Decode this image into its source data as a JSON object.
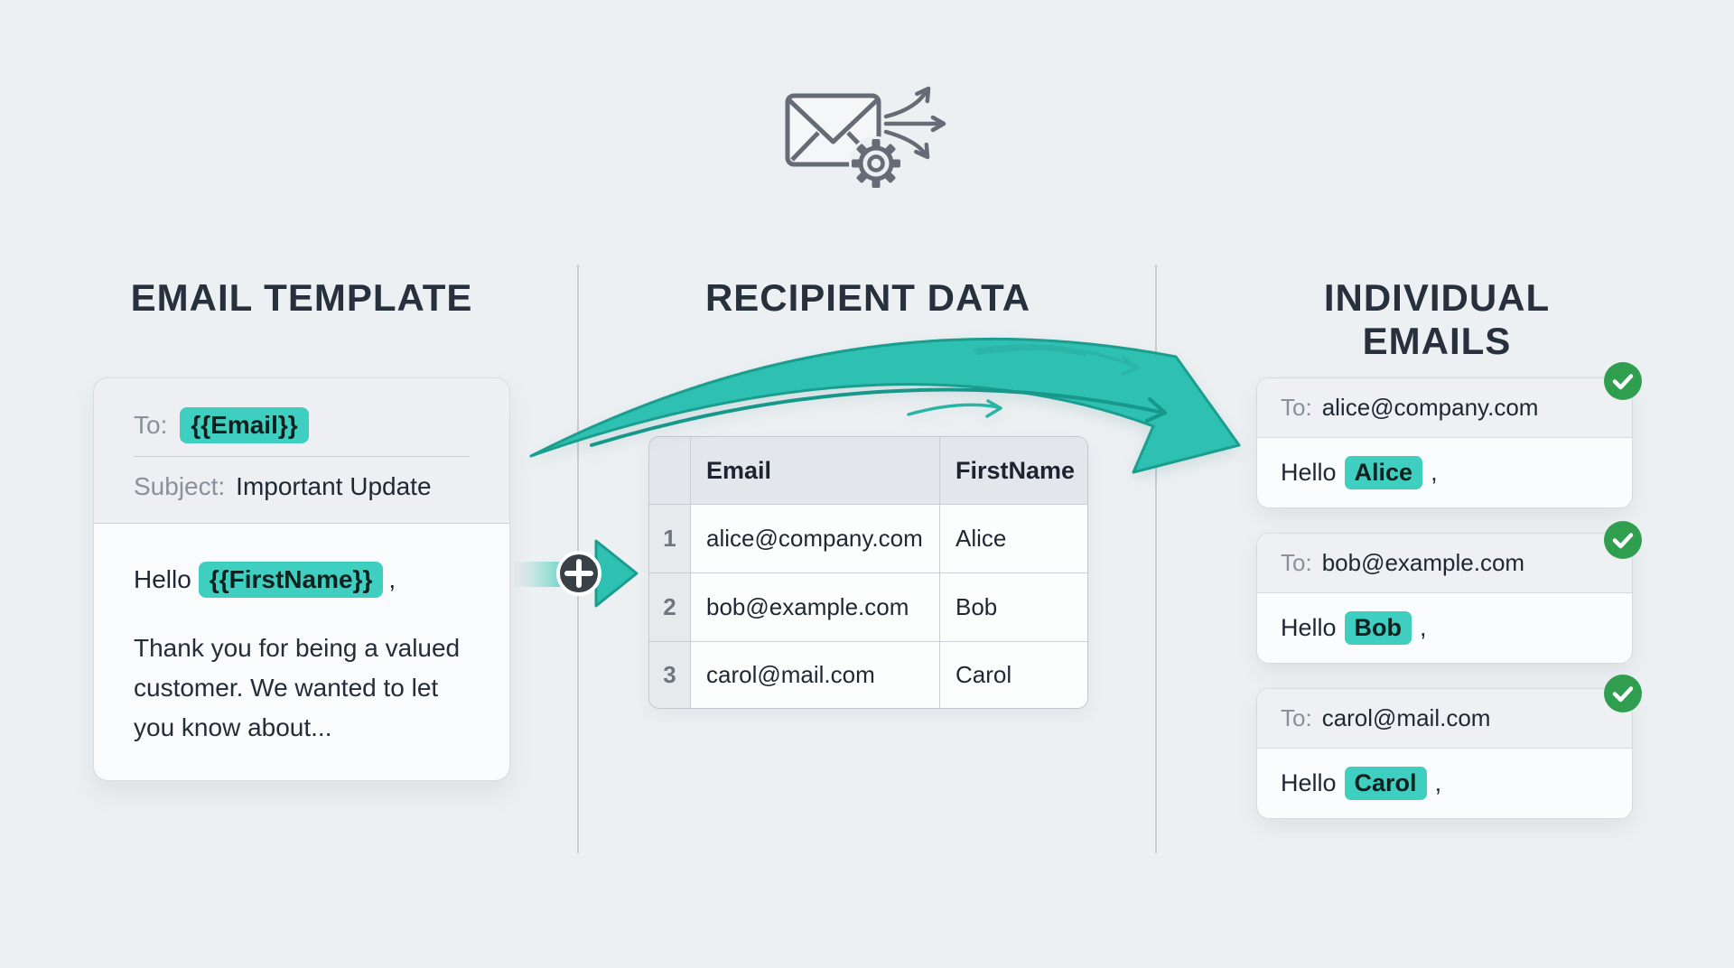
{
  "colors": {
    "background": "#EDF0F3",
    "highlight_teal": "#3ECFC0",
    "arrow_teal": "#2EC0B0",
    "arrow_teal_stroke": "#1B9E90",
    "check_green": "#2F9E4E",
    "title_dark": "#27303D",
    "label_gray": "#8A919B",
    "text_dark": "#1E2833"
  },
  "icons": {
    "header": "envelope-gear-fanout-icon",
    "status": "check-icon",
    "merge": "plus-icon"
  },
  "sections": {
    "template": {
      "title": "EMAIL TEMPLATE",
      "card": {
        "to_label": "To:",
        "to_value": "{{Email}}",
        "subject_label": "Subject:",
        "subject_value": "Important Update",
        "greeting_prefix": "Hello",
        "greeting_placeholder": "{{FirstName}}",
        "greeting_suffix": ",",
        "body_lines": [
          "Thank you for being a valued",
          "customer. We wanted to let",
          "you know about..."
        ]
      }
    },
    "data": {
      "title": "RECIPIENT DATA",
      "table": {
        "columns": [
          "Email",
          "FirstName"
        ],
        "rows": [
          {
            "num": "1",
            "email": "alice@company.com",
            "first_name": "Alice"
          },
          {
            "num": "2",
            "email": "bob@example.com",
            "first_name": "Bob"
          },
          {
            "num": "3",
            "email": "carol@mail.com",
            "first_name": "Carol"
          }
        ]
      }
    },
    "emails": {
      "title": "INDIVIDUAL EMAILS",
      "cards": [
        {
          "to_label": "To:",
          "to_value": "alice@company.com",
          "greeting_prefix": "Hello",
          "name": "Alice",
          "greeting_suffix": ","
        },
        {
          "to_label": "To:",
          "to_value": "bob@example.com",
          "greeting_prefix": "Hello",
          "name": "Bob",
          "greeting_suffix": ","
        },
        {
          "to_label": "To:",
          "to_value": "carol@mail.com",
          "greeting_prefix": "Hello",
          "name": "Carol",
          "greeting_suffix": ","
        }
      ]
    }
  }
}
